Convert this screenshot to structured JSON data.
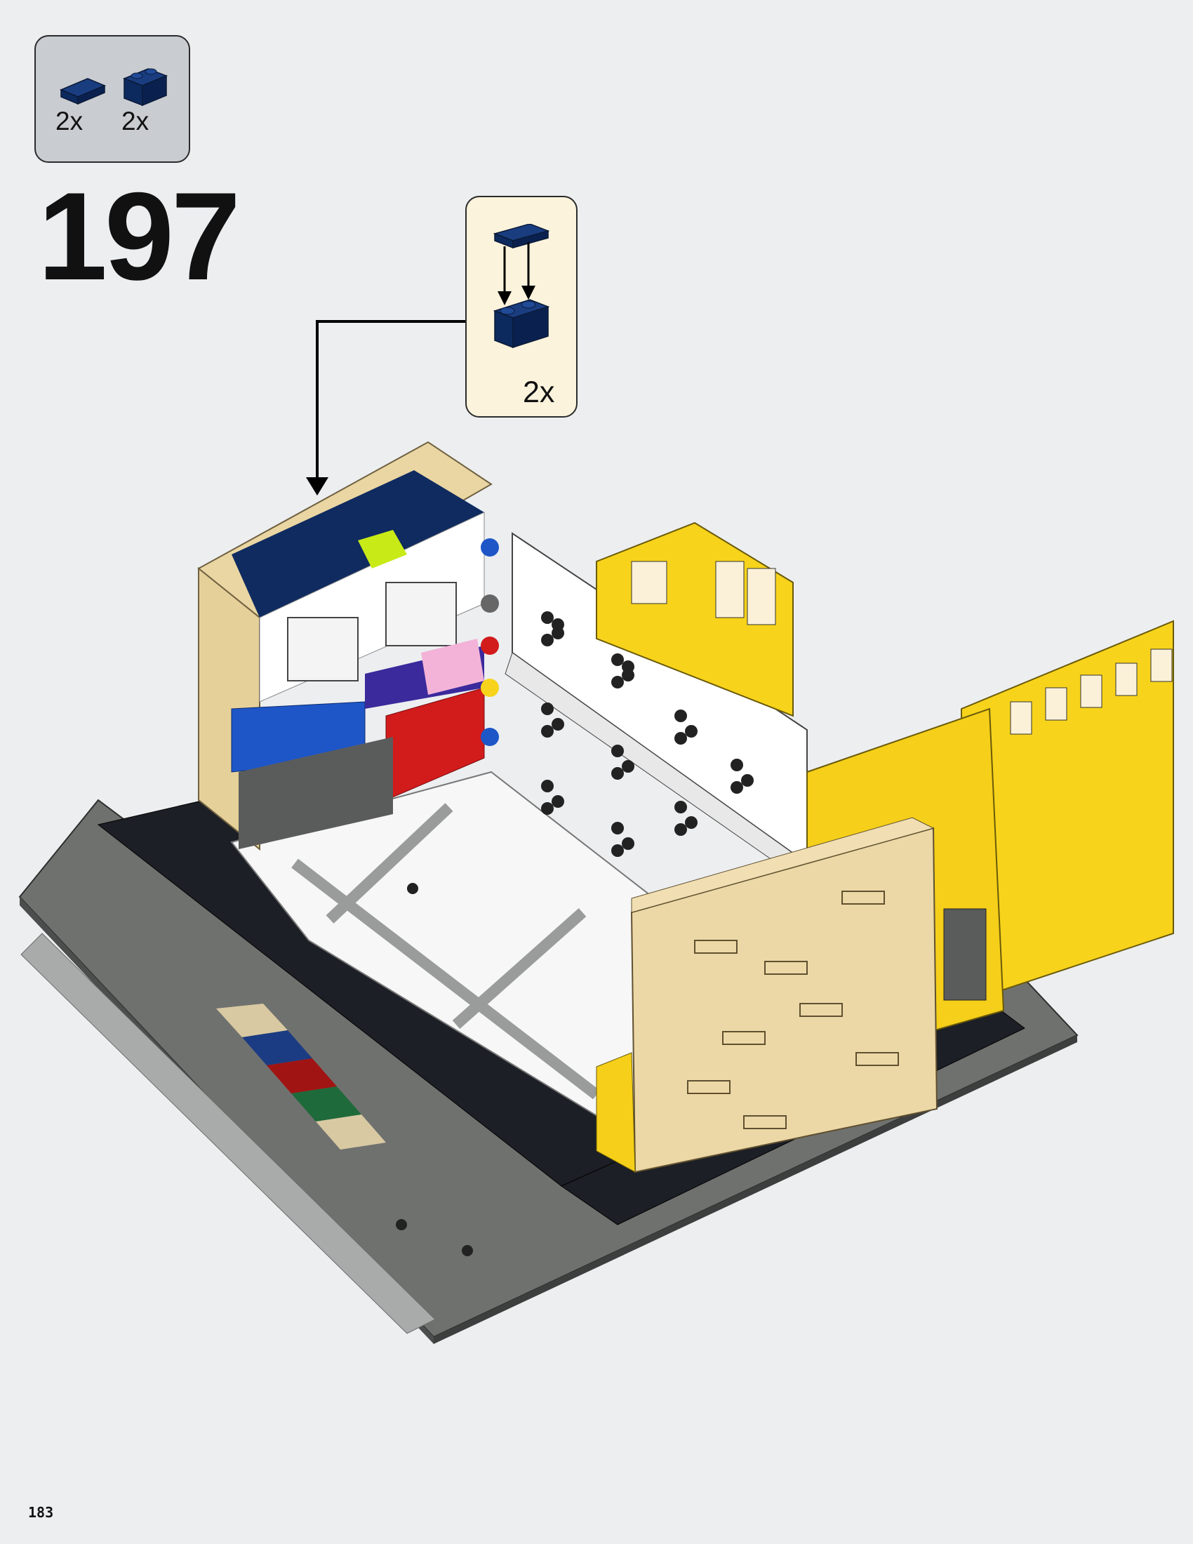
{
  "parts_list": {
    "items": [
      {
        "part": "dark blue plate 1x2",
        "qty": "2x",
        "color": "#0d2a5e"
      },
      {
        "part": "dark blue brick 1x2",
        "qty": "2x",
        "color": "#0d2a5e"
      }
    ]
  },
  "step": {
    "number": "197"
  },
  "callout": {
    "qty": "2x",
    "icon": "arrow-down-icon"
  },
  "page": {
    "number": "183"
  },
  "colors": {
    "page_background": "#eceef0",
    "parts_box": "#c9ccd1",
    "callout_box": "#fbf3dc",
    "dark_blue": "#0d2a5e",
    "yellow": "#f7d31b",
    "tan": "#ecd8a6",
    "white": "#ffffff",
    "dark_gray": "#5b5d5c",
    "black": "#1b1e24"
  }
}
